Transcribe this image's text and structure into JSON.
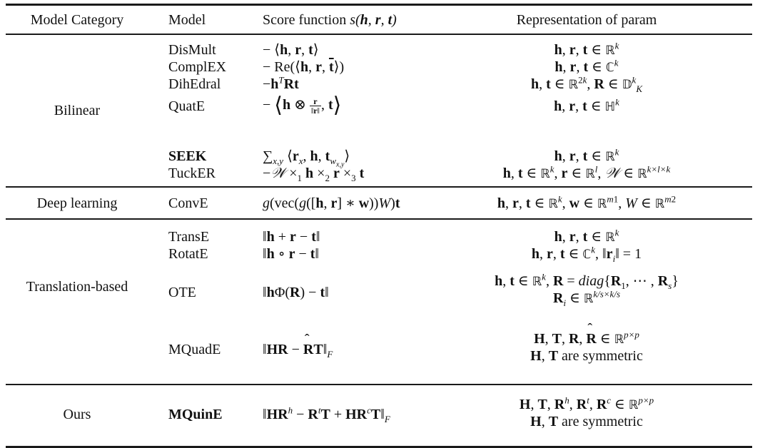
{
  "table": {
    "headers": {
      "category": "Model Category",
      "model": "Model",
      "score": "Score function s(h, r, t)",
      "score_prefix": "Score function ",
      "score_math": "s(h, r, t)",
      "representation": "Representation of param"
    },
    "groups": [
      {
        "category": "Bilinear",
        "rows": [
          {
            "model": "DisMult",
            "score": "− ⟨h, r, t⟩",
            "representation": "h, r, t ∈ ℝ^k"
          },
          {
            "model": "ComplEX",
            "score": "− Re(⟨h, r, t̄⟩)",
            "representation": "h, r, t ∈ ℂ^k"
          },
          {
            "model": "DihEdral",
            "score": "−h^T R t",
            "representation": "h, t ∈ ℝ^{2k}, R ∈ 𝔻_K^k"
          },
          {
            "model": "QuatE",
            "score": "− ⟨h ⊗ r/‖r‖, t⟩",
            "representation": "h, r, t ∈ ℍ^k"
          },
          {
            "model": "SEEK",
            "score": "Σ_{x,y} ⟨r_x, h, t_{w_{x,y}}⟩",
            "representation": "h, r, t ∈ ℝ^k"
          },
          {
            "model": "TuckER",
            "score": "−𝒲 ×₁ h ×₂ r ×₃ t",
            "representation": "h, t ∈ ℝ^k, r ∈ ℝ^l, 𝒲 ∈ ℝ^{k×l×k}"
          }
        ]
      },
      {
        "category": "Deep learning",
        "rows": [
          {
            "model": "ConvE",
            "score": "g(vec(g([h, r] ∗ w))W)t",
            "representation": "h, r, t ∈ ℝ^k, w ∈ ℝ^{m1}, W ∈ ℝ^{m2}"
          }
        ]
      },
      {
        "category": "Translation-based",
        "rows": [
          {
            "model": "TransE",
            "score": "‖h + r − t‖",
            "representation": "h, r, t ∈ ℝ^k"
          },
          {
            "model": "RotatE",
            "score": "‖h ∘ r − t‖",
            "representation": "h, r, t ∈ ℂ^k, ‖r_i‖ = 1"
          },
          {
            "model": "OTE",
            "score": "‖hΦ(R) − t‖",
            "representation": "h, t ∈ ℝ^k, R = diag{R_1, ⋯ , R_s}",
            "representation_line2": "R_i ∈ ℝ^{k/s×k/s}"
          },
          {
            "model": "MQuadE",
            "score": "‖HR − R̂T‖_F",
            "representation": "H, T, R, R̂ ∈ ℝ^{p×p}",
            "representation_line2": "H, T are symmetric"
          }
        ]
      },
      {
        "category": "Ours",
        "rows": [
          {
            "model": "MQuinE",
            "model_bold": true,
            "score": "‖HR^h − R^t T + HR^c T‖_F",
            "representation": "H, T, R^h, R^t, R^c ∈ ℝ^{p×p}",
            "representation_line2": "H, T are symmetric"
          }
        ]
      }
    ],
    "text": {
      "are_symmetric": "are symmetric",
      "diag": "diag"
    }
  }
}
